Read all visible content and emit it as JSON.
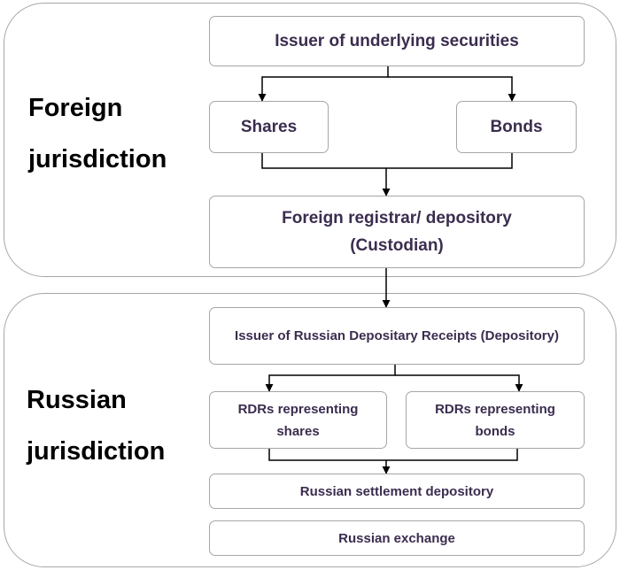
{
  "foreign": {
    "label_line1": "Foreign",
    "label_line2": "jurisdiction",
    "issuer": "Issuer of underlying securities",
    "shares": "Shares",
    "bonds": "Bonds",
    "registrar_line1": "Foreign registrar/ depository",
    "registrar_line2": "(Custodian)"
  },
  "russian": {
    "label_line1": "Russian",
    "label_line2": "jurisdiction",
    "rdr_issuer": "Issuer of Russian Depositary Receipts (Depository)",
    "rdr_shares_line1": "RDRs representing",
    "rdr_shares_line2": "shares",
    "rdr_bonds_line1": "RDRs representing",
    "rdr_bonds_line2": "bonds",
    "settlement": "Russian settlement depository",
    "exchange": "Russian exchange"
  },
  "colors": {
    "box_border": "#a6a6a6",
    "box_text": "#3b2d4f",
    "connector": "#000000"
  }
}
